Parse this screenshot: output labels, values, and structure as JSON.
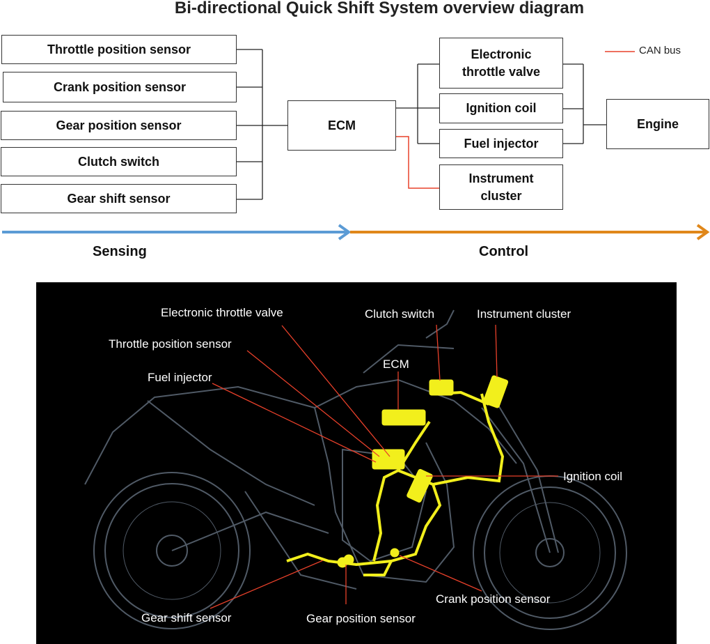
{
  "title": "Bi-directional Quick Shift System overview diagram",
  "sensors": [
    "Throttle position sensor",
    "Crank position sensor",
    "Gear position sensor",
    "Clutch switch",
    "Gear shift sensor"
  ],
  "ecm": "ECM",
  "actuators": {
    "throttle": "Electronic\nthrottle valve",
    "ignition": "Ignition coil",
    "injector": "Fuel injector",
    "cluster": "Instrument\ncluster"
  },
  "engine": "Engine",
  "legend": {
    "can_bus": "CAN bus",
    "can_color": "#e8402a"
  },
  "phases": {
    "sensing": "Sensing",
    "control": "Control",
    "sensing_color": "#5b9bd5",
    "control_color": "#e0871a"
  },
  "photo": {
    "highlight_color": "#f2ef1c",
    "leader_color": "#e8402a",
    "callouts": {
      "throttle_valve": "Electronic throttle valve",
      "clutch_switch": "Clutch switch",
      "instrument_cluster": "Instrument cluster",
      "throttle_position": "Throttle position sensor",
      "ecm": "ECM",
      "fuel_injector": "Fuel injector",
      "ignition_coil": "Ignition coil",
      "crank_position": "Crank position sensor",
      "gear_shift": "Gear shift sensor",
      "gear_position": "Gear position sensor"
    }
  }
}
